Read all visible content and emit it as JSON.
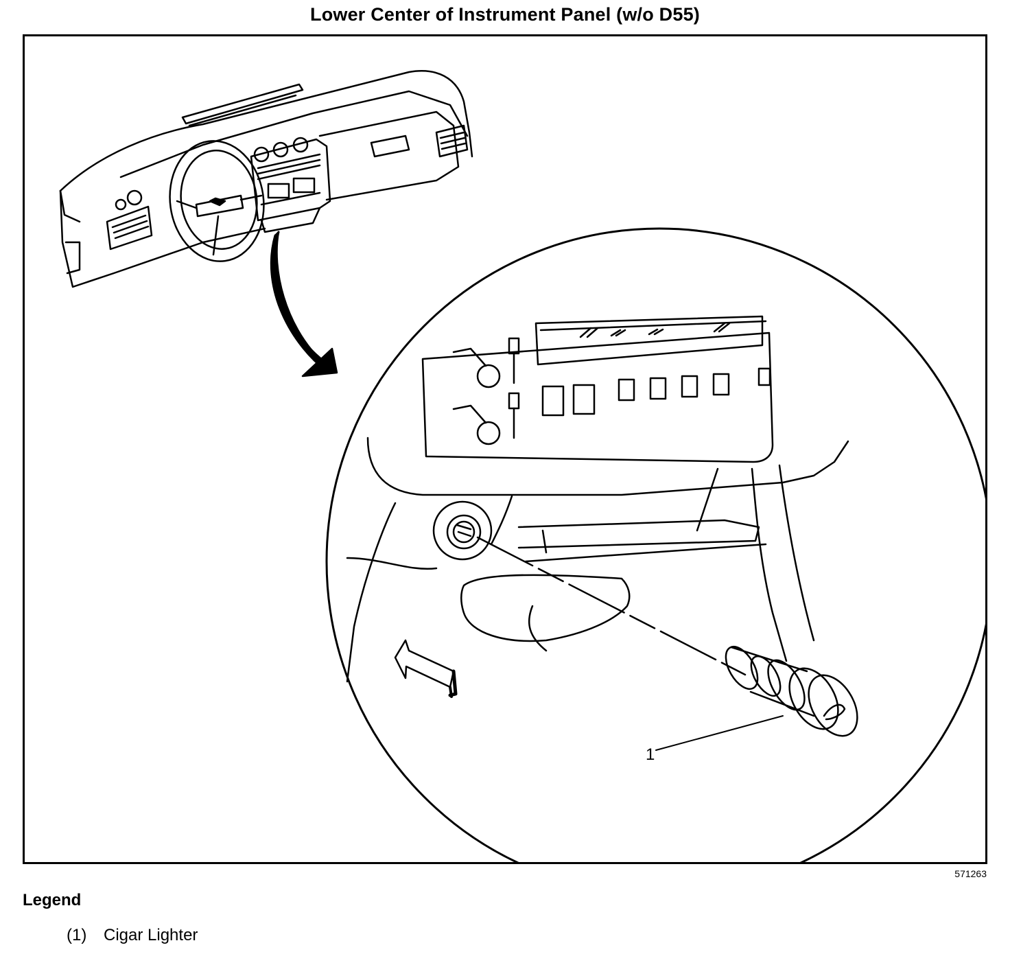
{
  "title": "Lower Center of Instrument Panel (w/o D55)",
  "figure_id": "571263",
  "callout_label": "1",
  "legend": {
    "heading": "Legend",
    "items": [
      {
        "number": "(1)",
        "label": "Cigar Lighter"
      }
    ]
  }
}
